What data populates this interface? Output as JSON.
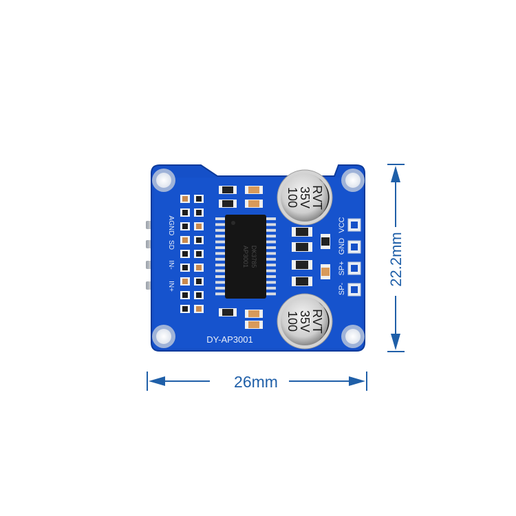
{
  "board": {
    "name": "DY-AP3001",
    "pcb_color": "#1550c8",
    "pin_labels_left": [
      "AGND",
      "SD",
      "IN-",
      "IN+"
    ],
    "pin_labels_right": [
      "SP-",
      "SP+",
      "GND",
      "VCC"
    ]
  },
  "capacitors": [
    {
      "value": "100",
      "voltage": "35V",
      "brand": "RVT"
    },
    {
      "value": "100",
      "voltage": "35V",
      "brand": "RVT"
    }
  ],
  "ic": {
    "marking_1": "AP3001",
    "marking_2": "DK3785"
  },
  "dimensions": {
    "width_label": "26mm",
    "height_label": "22.2mm",
    "color": "#1f5fa8"
  }
}
